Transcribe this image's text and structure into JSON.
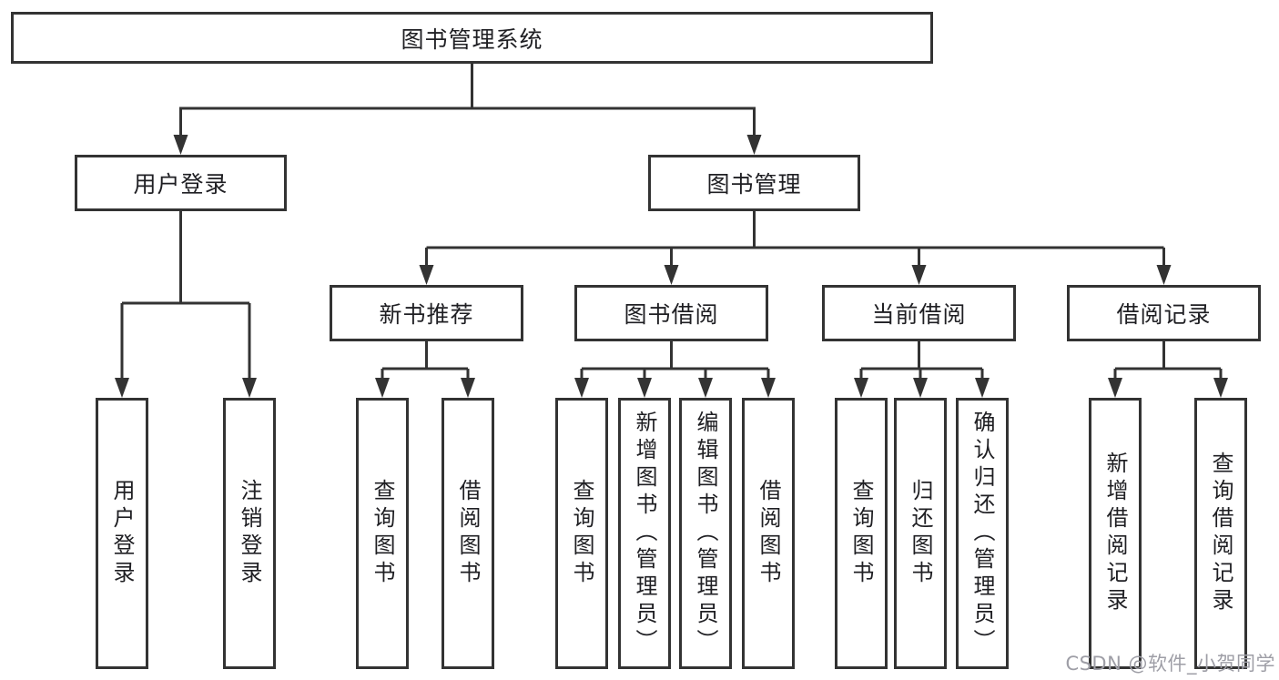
{
  "diagram": {
    "title": "图书管理系统",
    "level2": [
      {
        "label": "用户登录"
      },
      {
        "label": "图书管理"
      }
    ],
    "level3": [
      {
        "label": "新书推荐"
      },
      {
        "label": "图书借阅"
      },
      {
        "label": "当前借阅"
      },
      {
        "label": "借阅记录"
      }
    ],
    "leaves": {
      "user_login": [
        "用户登录",
        "注销登录"
      ],
      "new_book_recommend": [
        "查询图书",
        "借阅图书"
      ],
      "book_borrow": [
        "查询图书",
        "新增图书（管理员）",
        "编辑图书（管理员）",
        "借阅图书"
      ],
      "current_borrow": [
        "查询图书",
        "归还图书",
        "确认归还（管理员）"
      ],
      "borrow_records": [
        "新增借阅记录",
        "查询借阅记录"
      ]
    }
  },
  "watermark": "CSDN @软件_小贺同学",
  "colors": {
    "line": "#333333",
    "box_border": "#333333",
    "text": "#1f1f23",
    "watermark": "#9e9ea6",
    "background": "#ffffff"
  }
}
